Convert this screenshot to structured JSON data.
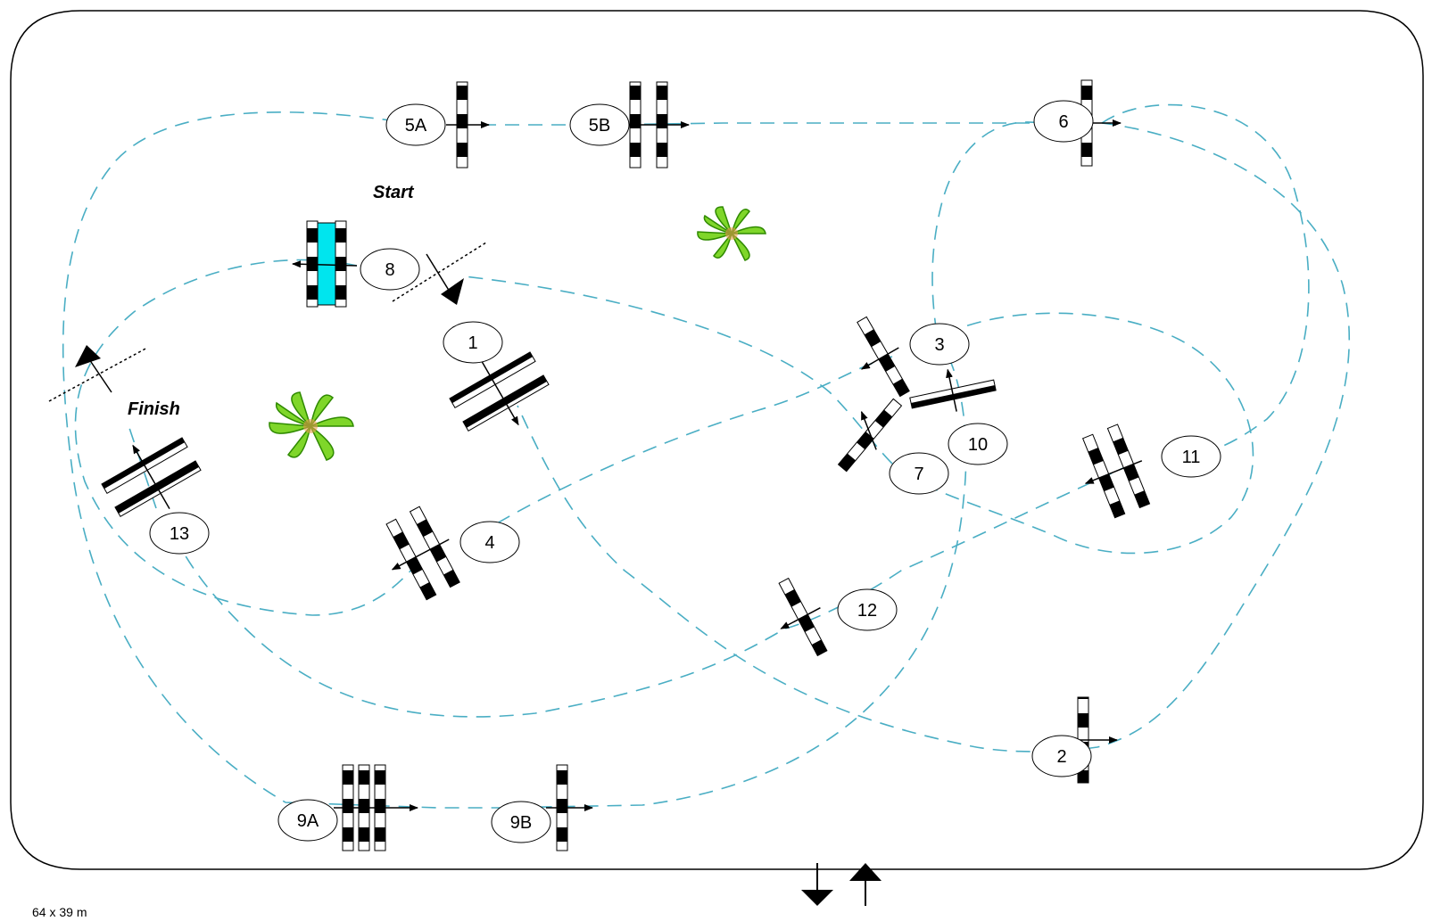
{
  "arena": {
    "dimensions": "64 x 39 m"
  },
  "labels": {
    "start": "Start",
    "finish": "Finish"
  },
  "obstacles": [
    "5A",
    "5B",
    "6",
    "8",
    "1",
    "3",
    "10",
    "7",
    "11",
    "4",
    "13",
    "12",
    "2",
    "9A",
    "9B"
  ],
  "colors": {
    "path": "#4aaec4",
    "water": "#00e5ee",
    "pole_dark": "#000000",
    "pole_light": "#ffffff"
  }
}
